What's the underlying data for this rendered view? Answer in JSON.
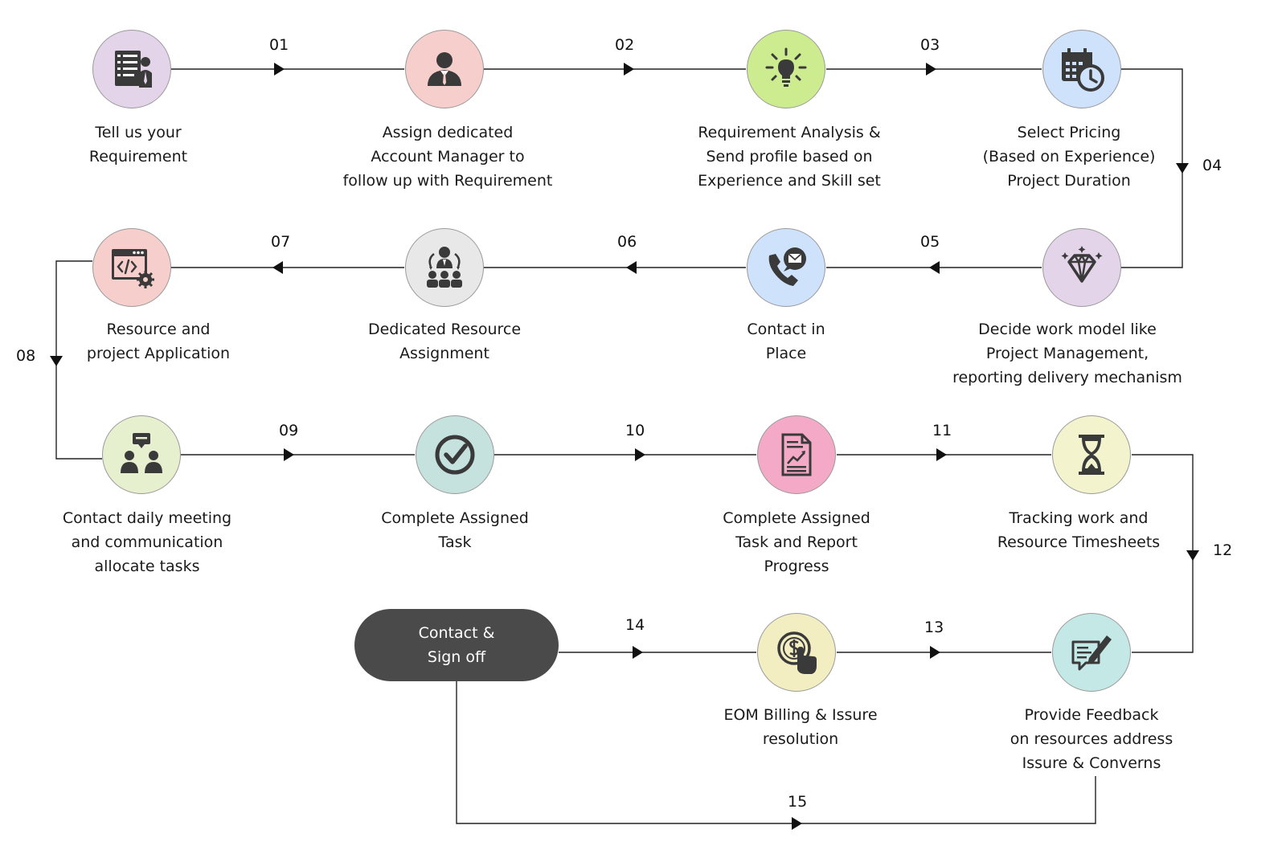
{
  "steps": [
    {
      "label": "Tell us your\nRequirement",
      "icon": "requirement-document-icon",
      "color": "#e3d4ea"
    },
    {
      "label": "Assign dedicated\nAccount Manager to\nfollow up with Requirement",
      "icon": "account-manager-icon",
      "color": "#f6cfcc"
    },
    {
      "label": "Requirement Analysis &\nSend profile based on\nExperience and Skill set",
      "icon": "lightbulb-icon",
      "color": "#cdec8f"
    },
    {
      "label": "Select Pricing\n(Based on Experience)\nProject Duration",
      "icon": "calendar-clock-icon",
      "color": "#cfe2fb"
    },
    {
      "label": "Decide work model like\nProject Management,\nreporting delivery mechanism",
      "icon": "diamond-icon",
      "color": "#e3d4ea"
    },
    {
      "label": "Contact in\nPlace",
      "icon": "phone-mail-icon",
      "color": "#cfe2fb"
    },
    {
      "label": "Dedicated Resource\nAssignment",
      "icon": "team-assignment-icon",
      "color": "#e8e8e8"
    },
    {
      "label": "Resource and\nproject Application",
      "icon": "code-window-icon",
      "color": "#f6cfcc"
    },
    {
      "label": "Contact daily meeting\nand communication\nallocate tasks",
      "icon": "meeting-icon",
      "color": "#e6f0cf"
    },
    {
      "label": "Complete Assigned\nTask",
      "icon": "checkmark-icon",
      "color": "#c6e2de"
    },
    {
      "label": "Complete Assigned\nTask and Report\nProgress",
      "icon": "report-icon",
      "color": "#f4a9c7"
    },
    {
      "label": "Tracking work and\nResource Timesheets",
      "icon": "hourglass-icon",
      "color": "#f3f3cd"
    },
    {
      "label": "Provide Feedback\non resources address\nIssure & Converns",
      "icon": "feedback-icon",
      "color": "#c4e8e6"
    },
    {
      "label": "EOM Billing & Issure\nresolution",
      "icon": "billing-icon",
      "color": "#f2eec2"
    }
  ],
  "final_step": {
    "label": "Contact &\nSign off"
  },
  "connectors": [
    "01",
    "02",
    "03",
    "04",
    "05",
    "06",
    "07",
    "08",
    "09",
    "10",
    "11",
    "12",
    "13",
    "14",
    "15"
  ]
}
